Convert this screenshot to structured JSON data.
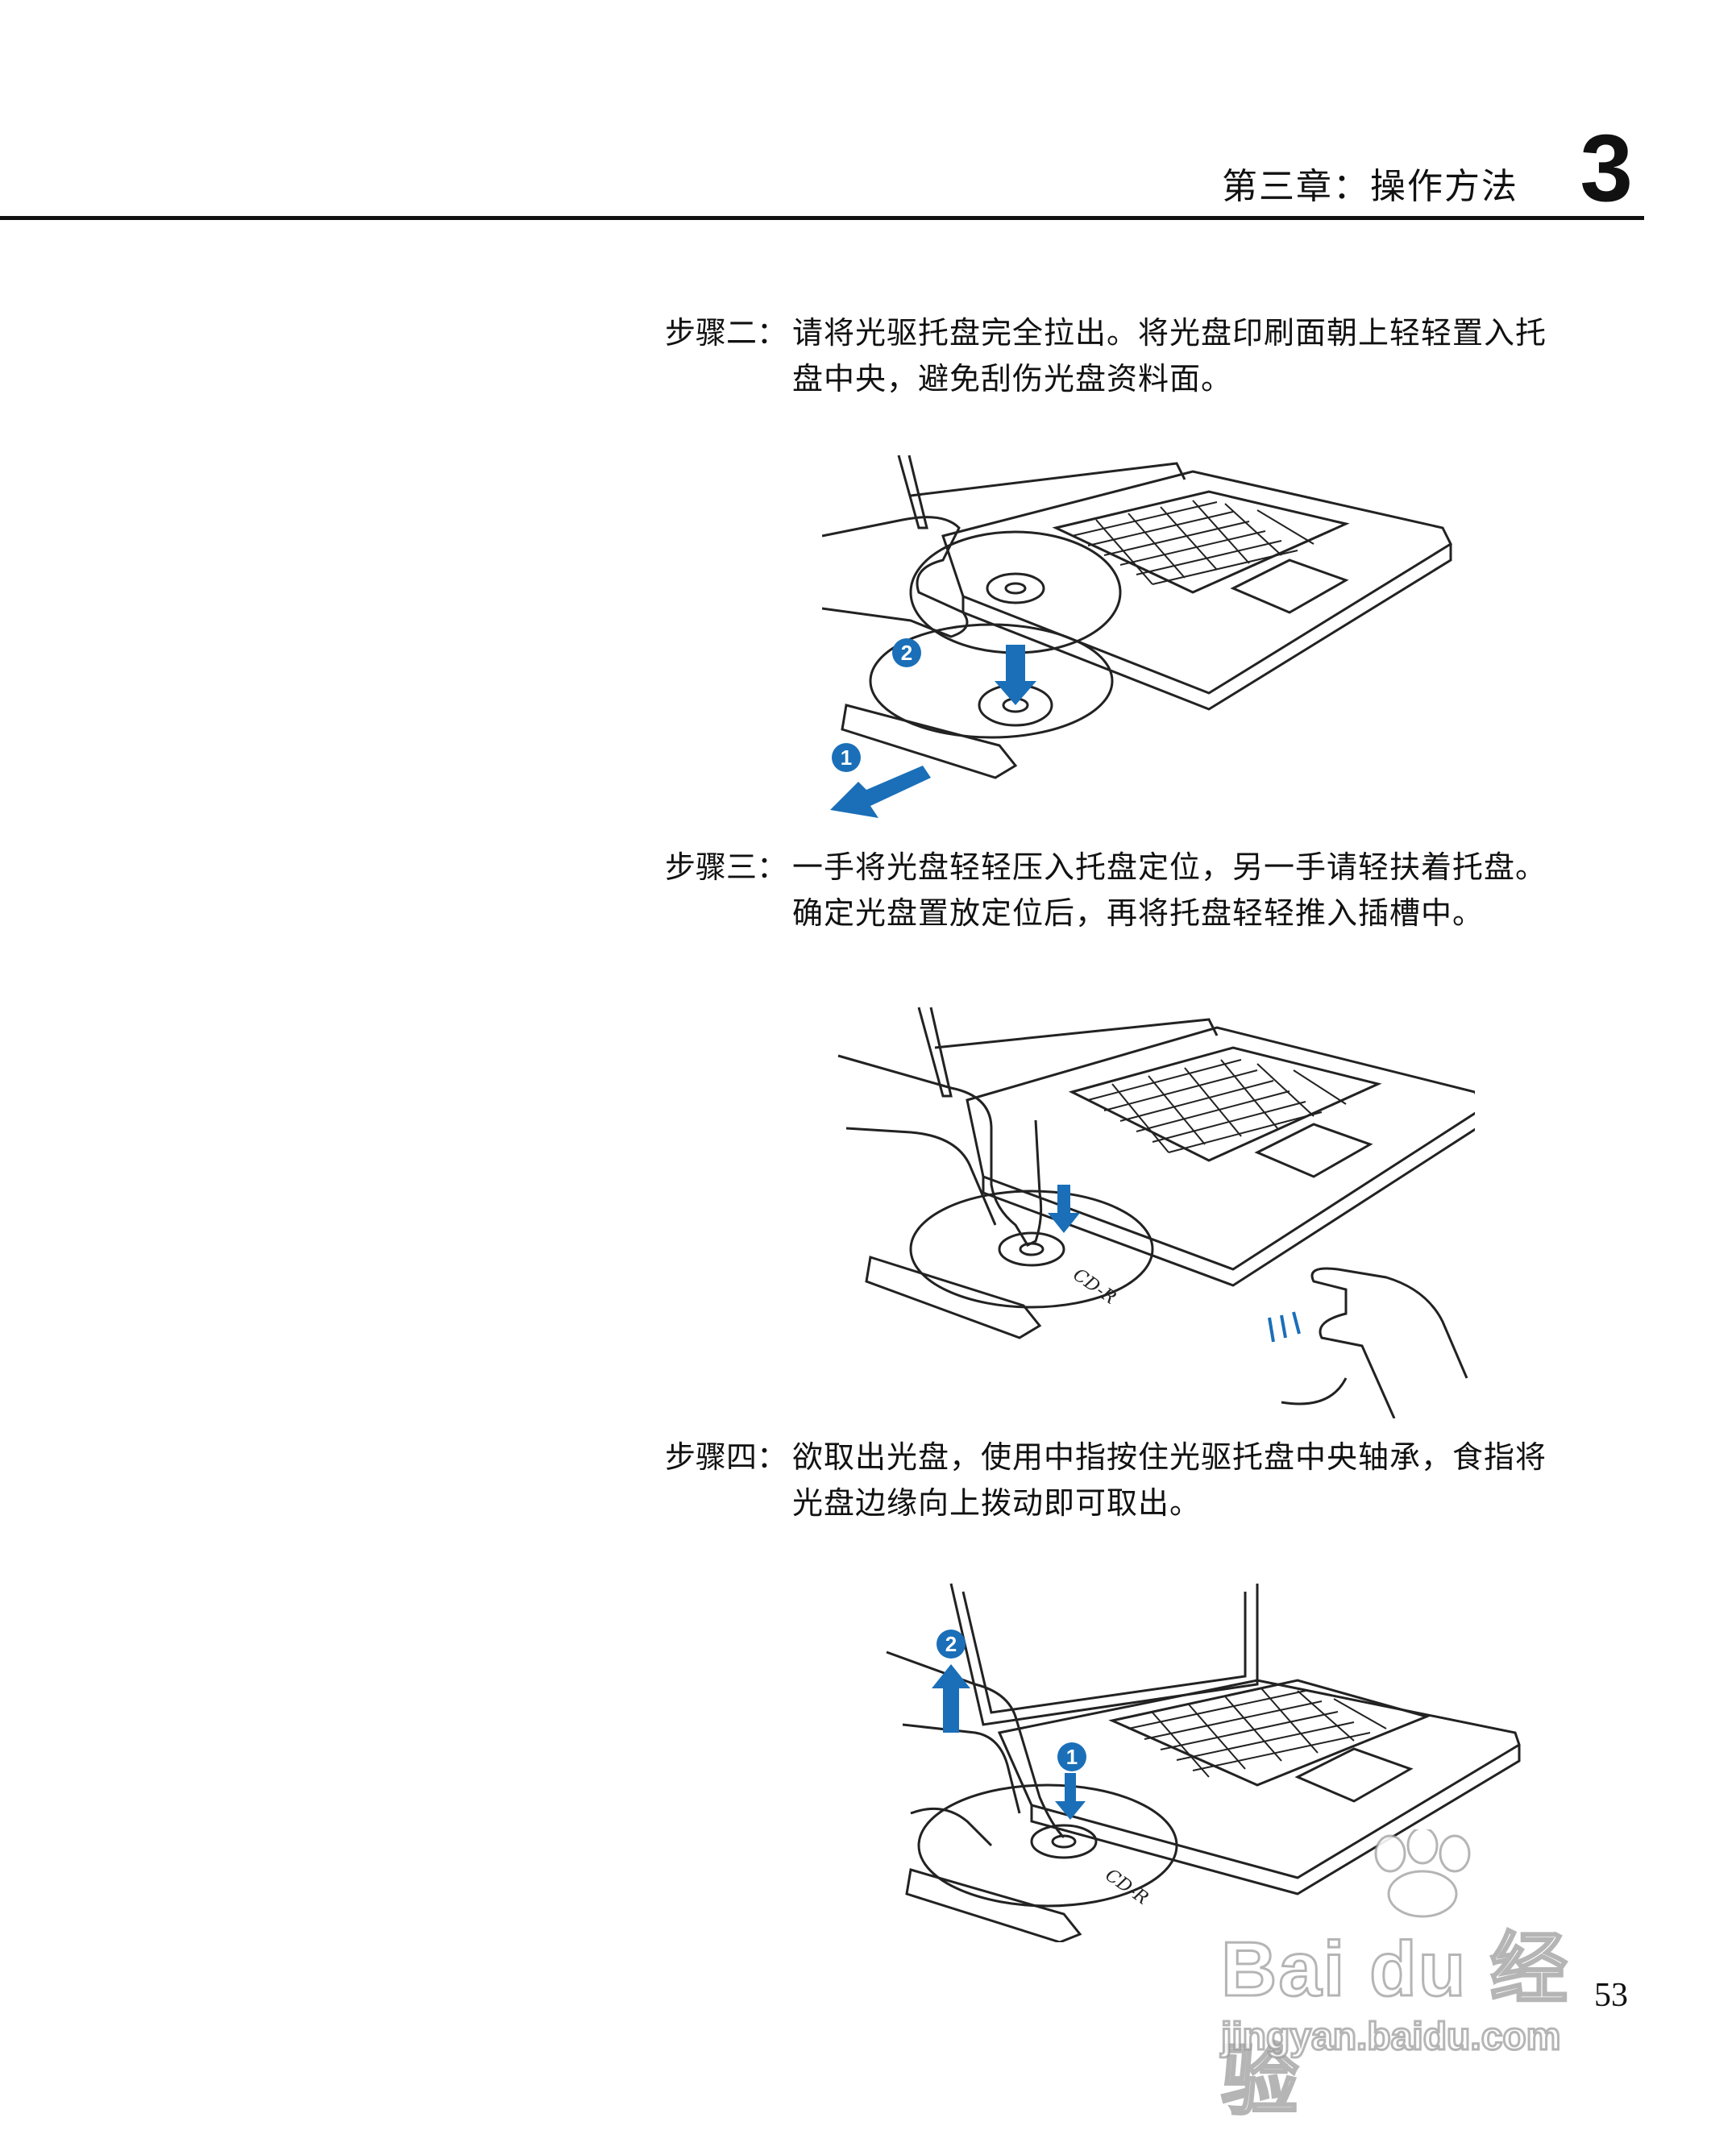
{
  "header": {
    "chapter_title": "第三章：操作方法",
    "chapter_number": "3"
  },
  "steps": [
    {
      "label": "步骤二：",
      "text": "请将光驱托盘完全拉出。将光盘印刷面朝上轻轻置入托盘中央，避免刮伤光盘资料面。"
    },
    {
      "label": "步骤三：",
      "text": "一手将光盘轻轻压入托盘定位，另一手请轻扶着托盘。确定光盘置放定位后，再将托盘轻轻推入插槽中。"
    },
    {
      "label": "步骤四：",
      "text": "欲取出光盘，使用中指按住光驱托盘中央轴承，食指将光盘边缘向上拨动即可取出。"
    }
  ],
  "figures": [
    {
      "markers": [
        "2",
        "1"
      ]
    },
    {
      "disc_label": "CD-R"
    },
    {
      "markers": [
        "2",
        "1"
      ],
      "disc_label": "CD-R"
    }
  ],
  "page_number": "53",
  "watermark": {
    "brand": "Bai du 经验",
    "url": "jingyan.baidu.com"
  },
  "colors": {
    "accent": "#1a6fb8",
    "text": "#111111"
  }
}
